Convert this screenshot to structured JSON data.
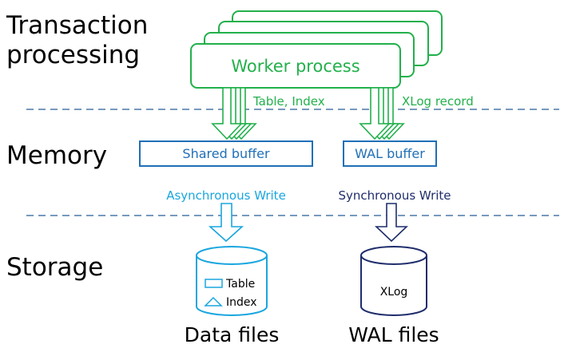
{
  "layers": {
    "transaction_line1": "Transaction",
    "transaction_line2": "processing",
    "memory": "Memory",
    "storage": "Storage"
  },
  "worker_process": "Worker process",
  "arrows": {
    "table_index": "Table, Index",
    "xlog_record": "XLog record",
    "async_write": "Asynchronous Write",
    "sync_write": "Synchronous Write"
  },
  "buffers": {
    "shared": "Shared buffer",
    "wal": "WAL buffer"
  },
  "data_files": {
    "table": "Table",
    "index": "Index",
    "caption": "Data files"
  },
  "wal_files": {
    "xlog": "XLog",
    "caption": "WAL files"
  },
  "colors": {
    "green": "#22b04b",
    "blue": "#1f6fb7",
    "light_blue": "#1aa6df",
    "navy": "#1f2d6b",
    "dashed": "#4a78a8"
  }
}
